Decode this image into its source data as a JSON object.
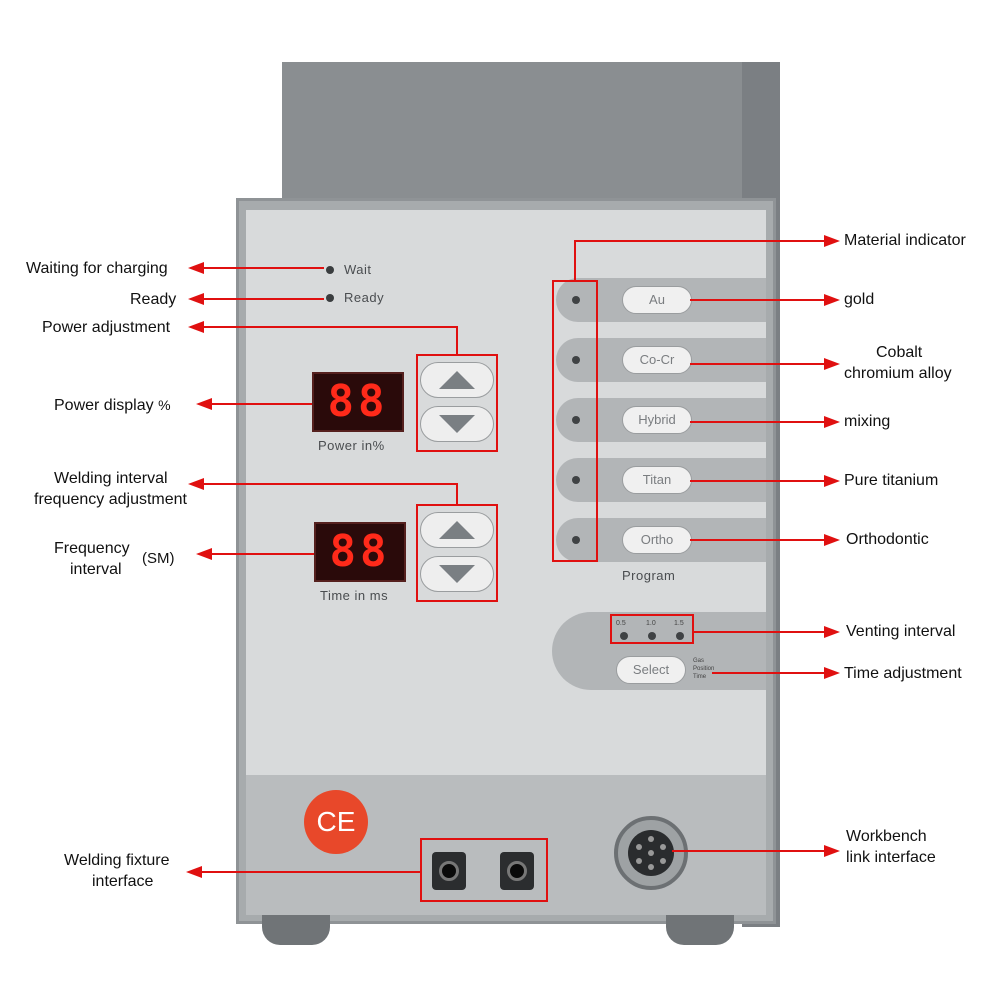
{
  "panel": {
    "wait_label": "Wait",
    "ready_label": "Ready",
    "power_display_value": "88",
    "power_caption": "Power  in%",
    "time_display_value": "88",
    "time_caption": "Time  in  ms",
    "program_caption": "Program",
    "programs": [
      "Au",
      "Co-Cr",
      "Hybrid",
      "Titan",
      "Ortho"
    ],
    "venting_values": [
      "0.5",
      "1.0",
      "1.5"
    ],
    "select_label": "Select",
    "select_side_labels": [
      "Gas",
      "Position",
      "Time"
    ],
    "ce_mark": "CE"
  },
  "annotations": {
    "left": {
      "waiting": "Waiting for charging",
      "ready": "Ready",
      "power_adjustment": "Power adjustment",
      "power_display": "Power display",
      "power_display_unit": "%",
      "welding_interval_line1": "Welding interval",
      "welding_interval_line2": "frequency adjustment",
      "frequency_line1": "Frequency",
      "frequency_line2": "interval",
      "frequency_unit": "(SM)",
      "fixture_line1": "Welding fixture",
      "fixture_line2": "interface"
    },
    "right": {
      "material_indicator": "Material indicator",
      "gold": "gold",
      "cobalt_line1": "Cobalt",
      "cobalt_line2": "chromium alloy",
      "mixing": "mixing",
      "titanium": "Pure titanium",
      "orthodontic": "Orthodontic",
      "venting": "Venting interval",
      "time_adjustment": "Time adjustment",
      "workbench_line1": "Workbench",
      "workbench_line2": "link interface"
    }
  },
  "colors": {
    "annotation": "#e01010",
    "display": "#ff2a1a",
    "ce_badge": "#e8482a"
  }
}
